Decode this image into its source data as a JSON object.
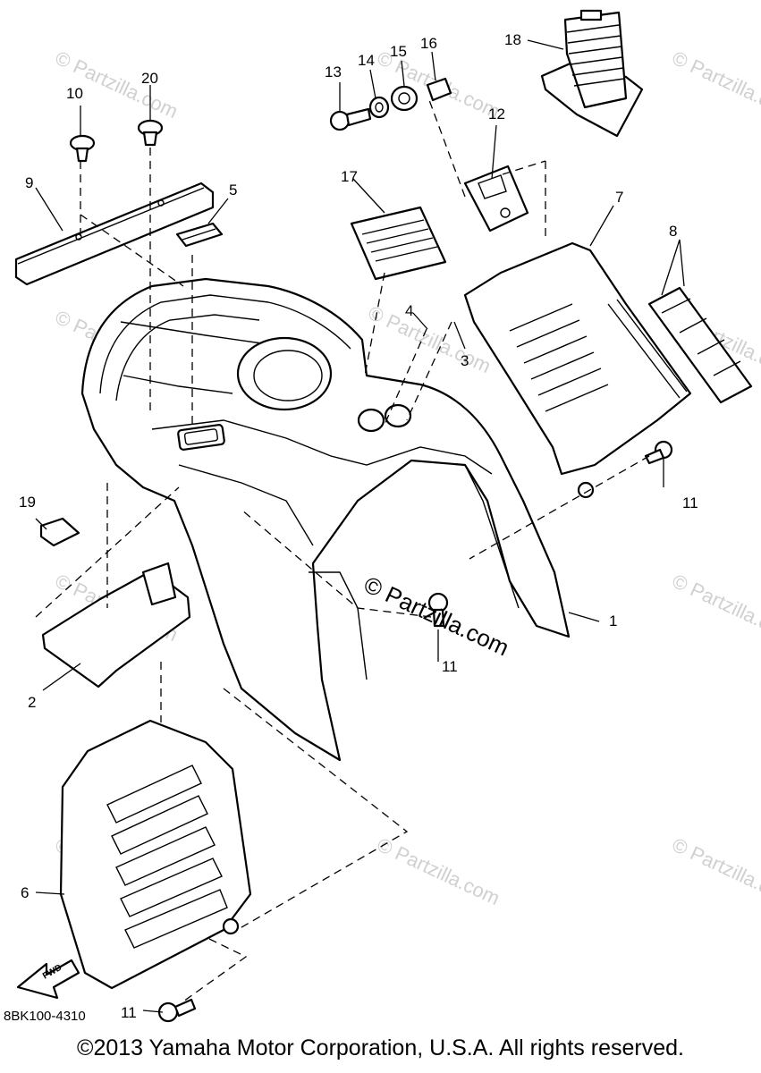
{
  "watermark": "© Partzilla.com",
  "diagram_code": "8BK100-4310",
  "copyright": "©2013  Yamaha Motor Corporation, U.S.A. All rights reserved.",
  "fwd_label": "FWD",
  "callouts": {
    "c1": "1",
    "c2": "2",
    "c3": "3",
    "c4": "4",
    "c5": "5",
    "c6": "6",
    "c7": "7",
    "c8": "8",
    "c9": "9",
    "c10": "10",
    "c11a": "11",
    "c11b": "11",
    "c11c": "11",
    "c12": "12",
    "c13": "13",
    "c14": "14",
    "c15": "15",
    "c16": "16",
    "c17": "17",
    "c18": "18",
    "c19": "19",
    "c20": "20"
  }
}
